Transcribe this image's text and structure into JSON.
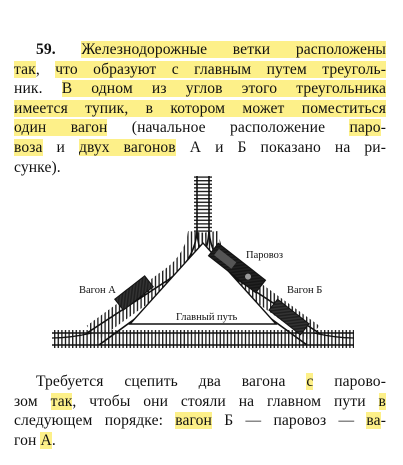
{
  "problem": {
    "number": "59.",
    "lines": [
      [
        {
          "t": "",
          "h": false
        },
        {
          "t": "Железнодорожные ветки расположены",
          "h": true
        }
      ],
      [
        {
          "t": "так",
          "h": true
        },
        {
          "t": ", ",
          "h": false
        },
        {
          "t": "что образуют с главным путем треуголь-",
          "h": true
        }
      ],
      [
        {
          "t": "ник. ",
          "h": false
        },
        {
          "t": "В одном из углов этого треугольника",
          "h": true
        }
      ],
      [
        {
          "t": "имеется тупик, в котором может поместиться",
          "h": true
        }
      ],
      [
        {
          "t": "один вагон",
          "h": true
        },
        {
          "t": " (начальное",
          "h": false
        },
        {
          "t": " расположение ",
          "h": false
        },
        {
          "t": "паро",
          "h": true
        },
        {
          "t": "-",
          "h": false
        }
      ],
      [
        {
          "t": "воза",
          "h": true
        },
        {
          "t": " и ",
          "h": false
        },
        {
          "t": "двух вагонов",
          "h": true
        },
        {
          "t": " А и Б показано на ри-",
          "h": false
        }
      ],
      [
        {
          "t": "сунке).",
          "h": false
        }
      ]
    ]
  },
  "figure": {
    "label_locomotive": "Паровоз",
    "label_wagon_a": "Вагон А",
    "label_wagon_b": "Вагон Б",
    "label_main_track": "Главный путь"
  },
  "task": {
    "lines": [
      [
        {
          "t": "Требуется сцепить два вагона ",
          "h": false
        },
        {
          "t": "с",
          "h": true
        },
        {
          "t": " парово-",
          "h": false
        }
      ],
      [
        {
          "t": "зом ",
          "h": false
        },
        {
          "t": "так",
          "h": true
        },
        {
          "t": ", чтобы они стояли на главном пути ",
          "h": false
        },
        {
          "t": "в",
          "h": true
        }
      ],
      [
        {
          "t": "следующем порядке: ",
          "h": false
        },
        {
          "t": "вагон",
          "h": true
        },
        {
          "t": " Б — паровоз — ",
          "h": false
        },
        {
          "t": "ва",
          "h": true
        },
        {
          "t": "-",
          "h": false
        }
      ],
      [
        {
          "t": "гон ",
          "h": false
        },
        {
          "t": "А",
          "h": true
        },
        {
          "t": ".",
          "h": false
        }
      ]
    ]
  }
}
